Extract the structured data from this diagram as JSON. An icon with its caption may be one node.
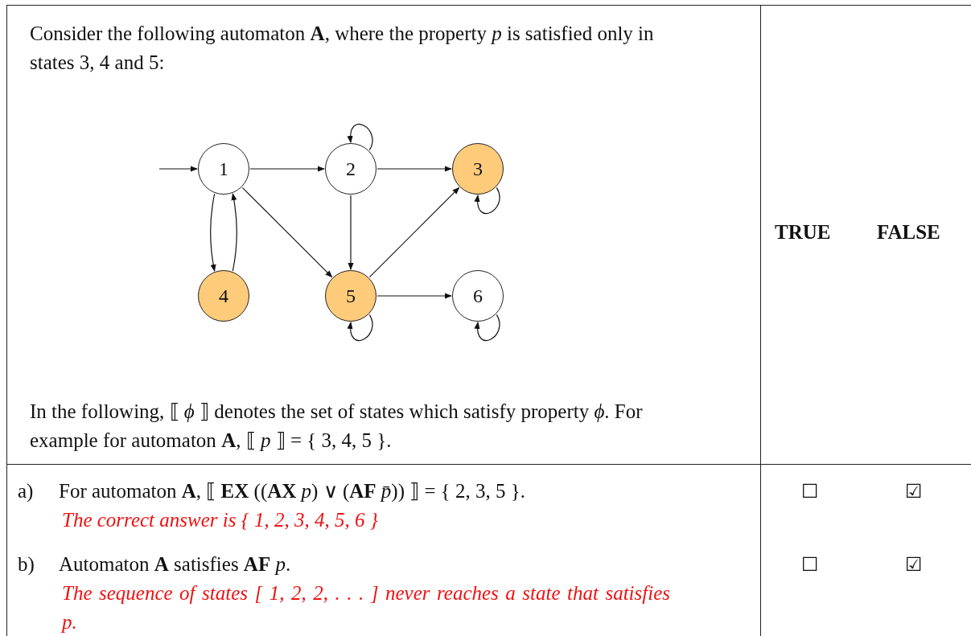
{
  "diagram": {
    "nodes": [
      {
        "text": [
          "1"
        ]
      },
      {
        "text": [
          "2"
        ]
      },
      {
        "text": [
          "3"
        ]
      },
      {
        "text": [
          "4"
        ]
      },
      {
        "text": [
          "5"
        ]
      },
      {
        "text": [
          "6"
        ]
      }
    ],
    "edges": [
      {
        "from": null,
        "to": 0,
        "arrow": "to"
      },
      {
        "from": 0,
        "to": 1,
        "arrow": "to"
      },
      {
        "from": 1,
        "to": 1,
        "arrow": "to"
      },
      {
        "from": 1,
        "to": 2,
        "arrow": "to"
      },
      {
        "from": 2,
        "to": 2,
        "arrow": "to"
      },
      {
        "from": 0,
        "to": 3,
        "arrow": "to"
      },
      {
        "from": 3,
        "to": 0,
        "arrow": "to"
      },
      {
        "from": 0,
        "to": 4,
        "arrow": "to"
      },
      {
        "from": 1,
        "to": 4,
        "arrow": "to"
      },
      {
        "from": 4,
        "to": 2,
        "arrow": "to"
      },
      {
        "from": 4,
        "to": 5,
        "arrow": "to"
      },
      {
        "from": 4,
        "to": 4,
        "arrow": "to"
      },
      {
        "from": 5,
        "to": 5,
        "arrow": "to"
      }
    ],
    "labels": [
      "Consider the following automaton **A**, where the property *p* is satisfied only in states 3, 4 and 5:",
      "TRUE",
      "FALSE",
      "In the following, ⟦ *ϕ* ⟧ denotes the set of states which satisfy property *ϕ*. For example for automaton **A**, ⟦ *p* ⟧ = { 3, 4, 5 }.",
      "a)",
      "For automaton **A**, ⟦ **EX** ((**AX** *p*) ∨ (**AF** *p̄*)) ⟧ = { 2, 3, 5 }.",
      "The correct answer is { 1, 2, 3, 4, 5, 6 }",
      "☐",
      "☑",
      "b)",
      "Automaton **A** satisfies **AF** *p*.",
      "The sequence of states [ 1, 2, 2, . . . ] never reaches a state that satisfies p.",
      "☐",
      "☑"
    ]
  }
}
